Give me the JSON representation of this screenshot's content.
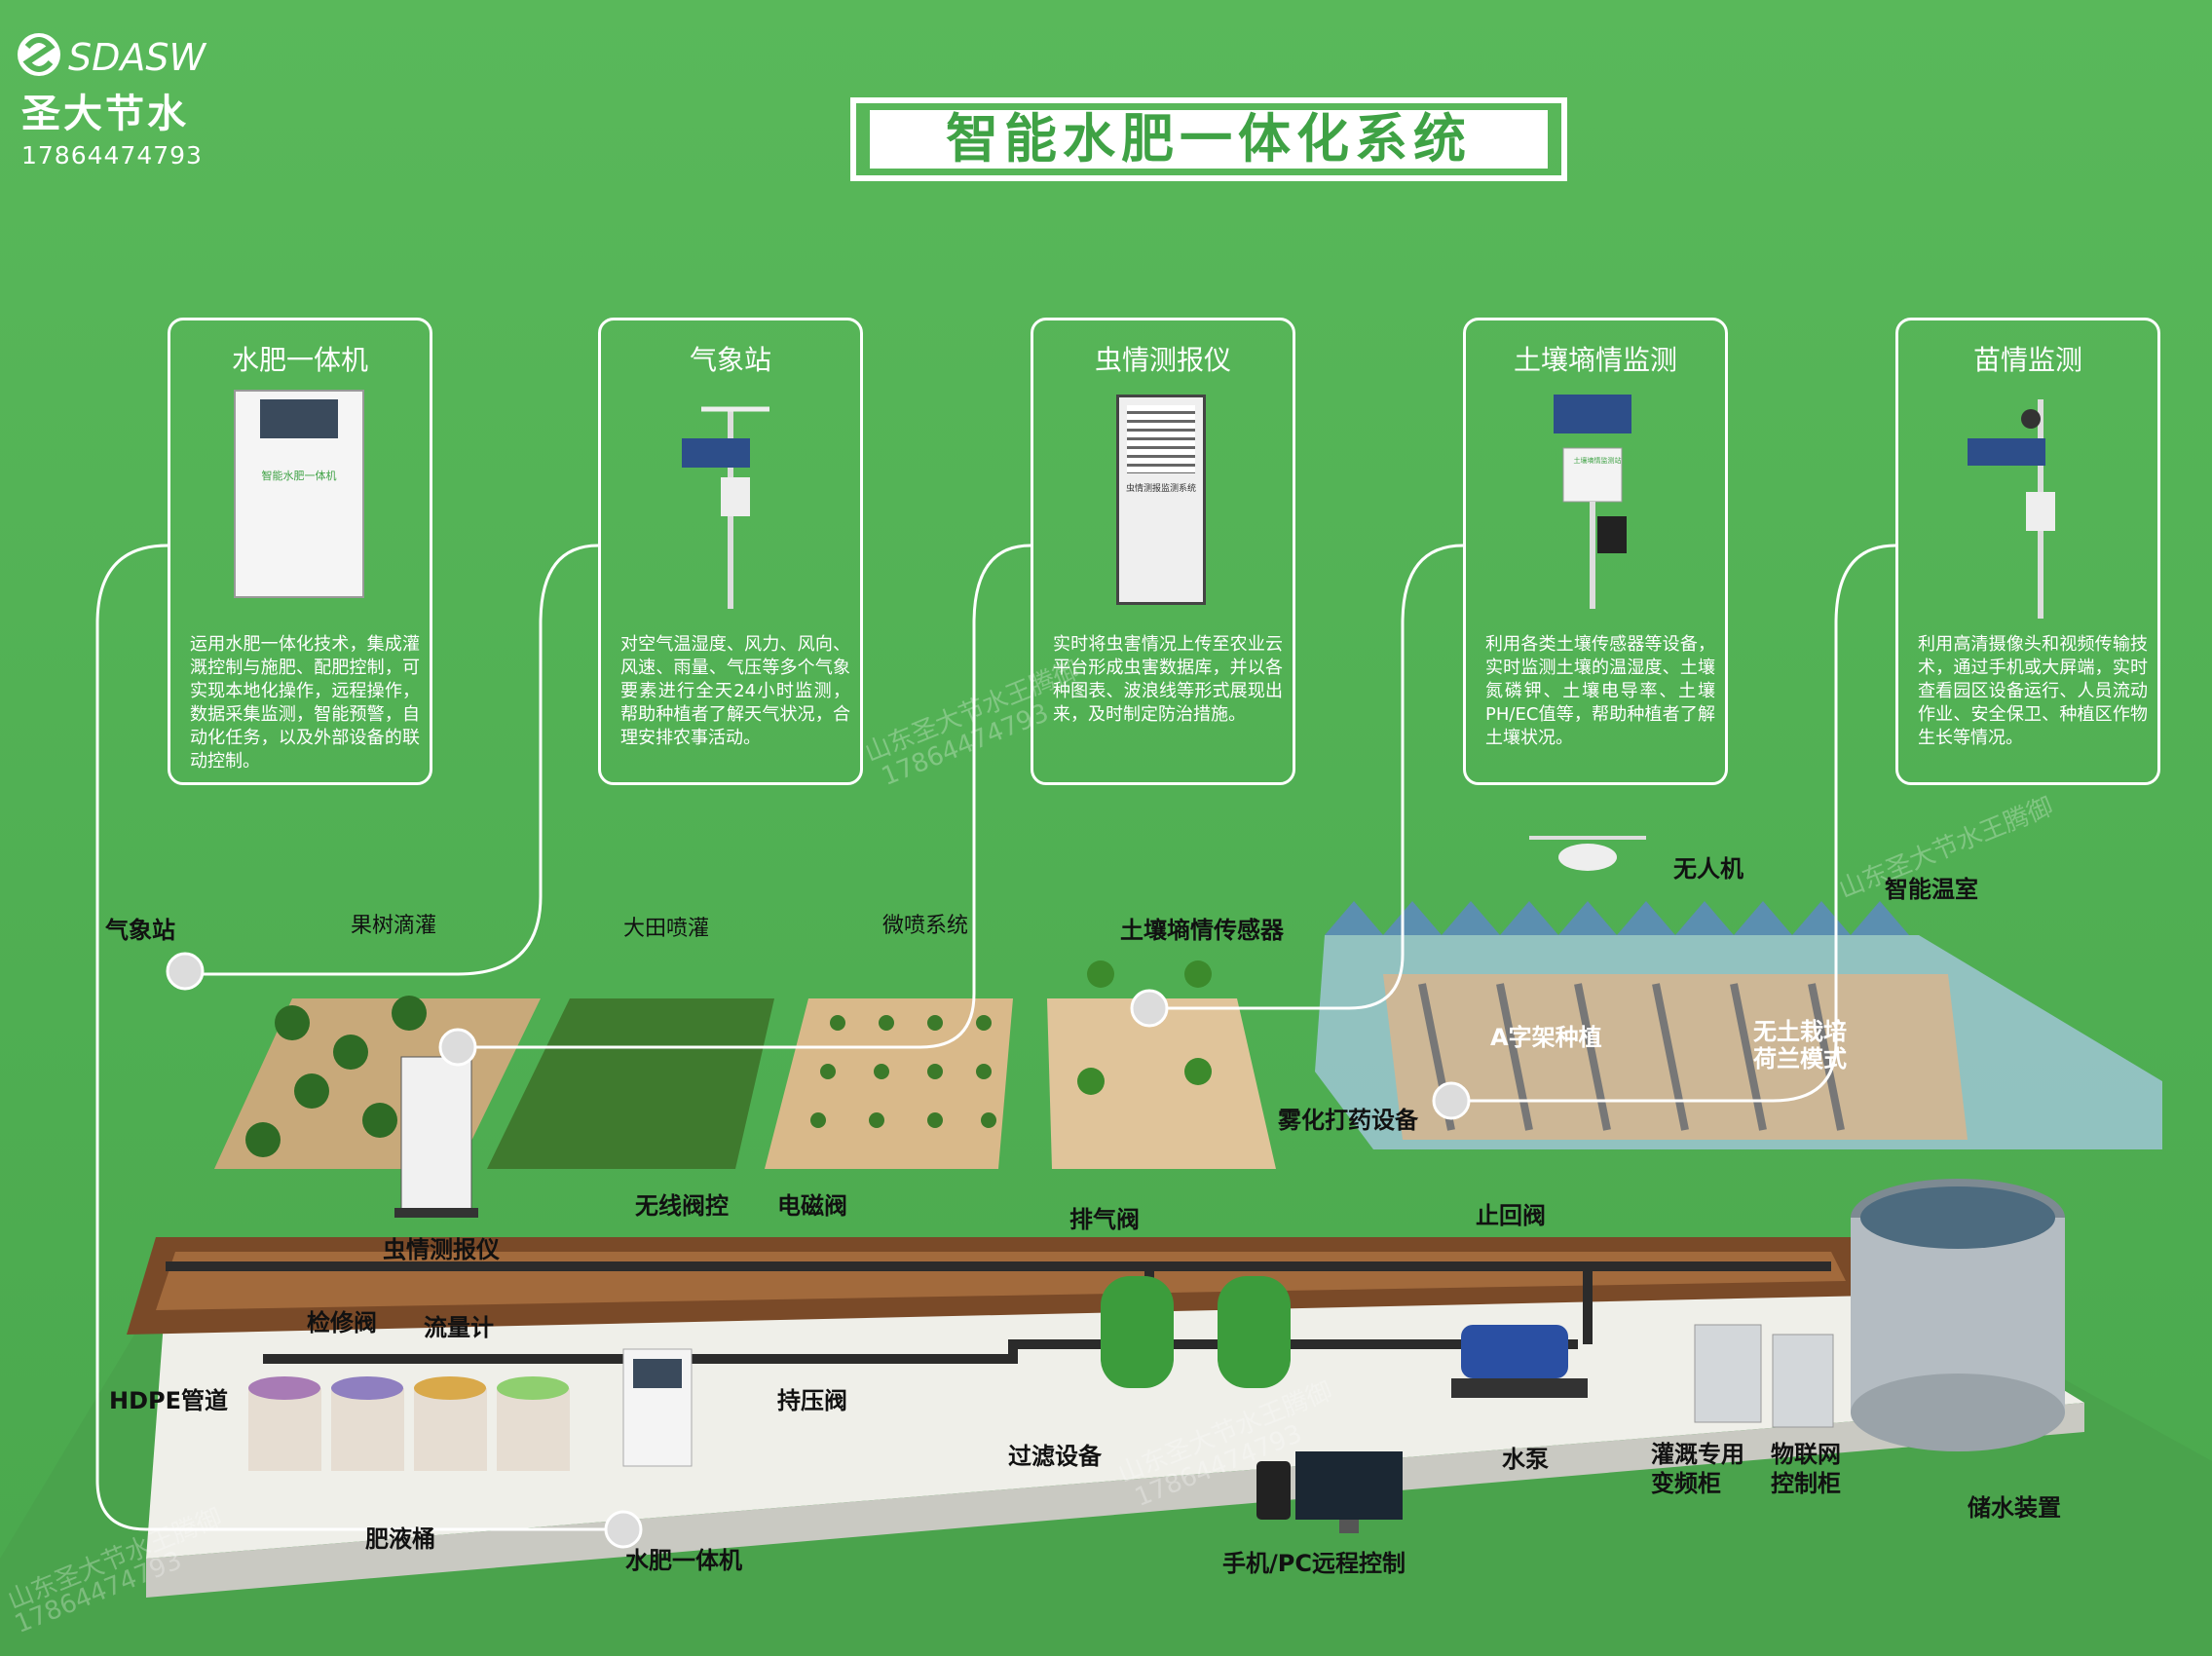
{
  "brand": {
    "logo_text": "SDASW",
    "name_cn": "圣大节水",
    "phone": "17864474793"
  },
  "title": "智能水肥一体化系统",
  "cards": [
    {
      "title": "水肥一体机",
      "desc": "运用水肥一体化技术，集成灌溉控制与施肥、配肥控制，可实现本地化操作，远程操作，数据采集监测，智能预警，自动化任务，以及外部设备的联动控制。"
    },
    {
      "title": "气象站",
      "desc": "对空气温湿度、风力、风向、风速、雨量、气压等多个气象要素进行全天24小时监测，帮助种植者了解天气状况，合理安排农事活动。"
    },
    {
      "title": "虫情测报仪",
      "desc": "实时将虫害情况上传至农业云平台形成虫害数据库，并以各种图表、波浪线等形式展现出来，及时制定防治措施。"
    },
    {
      "title": "土壤墒情监测",
      "desc": "利用各类土壤传感器等设备，实时监测土壤的温湿度、土壤氮磷钾、土壤电导率、土壤PH/EC值等，帮助种植者了解土壤状况。"
    },
    {
      "title": "苗情监测",
      "desc": "利用高清摄像头和视频传输技术，通过手机或大屏端，实时查看园区设备运行、人员流动作业、安全保卫、种植区作物生长等情况。"
    }
  ],
  "scene_labels": {
    "weather_station": "气象站",
    "orchard_drip": "果树滴灌",
    "field_sprinkler": "大田喷灌",
    "micro_spray": "微喷系统",
    "soil_sensor": "土壤墒情传感器",
    "drone": "无人机",
    "greenhouse": "智能温室",
    "a_frame": "A字架种植",
    "soilless": "无土栽培\n荷兰模式",
    "spray_device": "雾化打药设备",
    "wireless_valve": "无线阀控",
    "solenoid_valve": "电磁阀",
    "exhaust_valve": "排气阀",
    "check_valve": "止回阀",
    "pest_monitor": "虫情测报仪",
    "repair_valve": "检修阀",
    "flow_meter": "流量计",
    "hdpe": "HDPE管道",
    "pressure_valve": "持压阀",
    "filter": "过滤设备",
    "pump": "水泵",
    "vfd_cabinet": "灌溉专用\n变频柜",
    "iot_cabinet": "物联网\n控制柜",
    "tank": "储水装置",
    "fert_barrel": "肥液桶",
    "fert_machine": "水肥一体机",
    "remote": "手机/PC远程控制"
  },
  "device_text": {
    "machine_label": "智能水肥一体机",
    "pest_label": "虫情测报监测系统",
    "soil_label": "土壤墒情监测站"
  },
  "watermarks": [
    "山东圣大节水王腾御",
    "17864474793"
  ],
  "colors": {
    "bg": "#55b457",
    "title_green": "#3fa245",
    "card_border": "#ffffff"
  }
}
